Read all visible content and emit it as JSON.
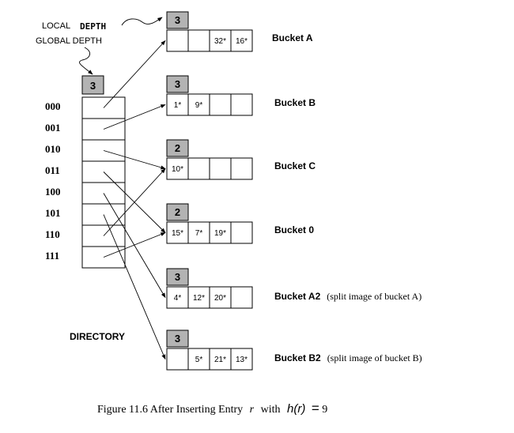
{
  "labels": {
    "local_depth_prefix": "LOCAL",
    "local_depth_word": "DEPTH",
    "global_depth": "GLOBAL DEPTH",
    "directory": "DIRECTORY"
  },
  "directory": {
    "global_depth": "3",
    "slots": [
      "000",
      "001",
      "010",
      "011",
      "100",
      "101",
      "110",
      "111"
    ]
  },
  "buckets": [
    {
      "name": "Bucket A",
      "depth": "3",
      "entries": [
        "",
        "",
        "32*",
        "16*"
      ],
      "note": ""
    },
    {
      "name": "Bucket B",
      "depth": "3",
      "entries": [
        "1*",
        "9*",
        "",
        ""
      ],
      "note": ""
    },
    {
      "name": "Bucket C",
      "depth": "2",
      "entries": [
        "10*",
        "",
        "",
        ""
      ],
      "note": ""
    },
    {
      "name": "Bucket 0",
      "depth": "2",
      "entries": [
        "15*",
        "7*",
        "19*",
        ""
      ],
      "note": ""
    },
    {
      "name": "Bucket A2",
      "depth": "3",
      "entries": [
        "4*",
        "12*",
        "20*",
        ""
      ],
      "note": "(split image of bucket A)"
    },
    {
      "name": "Bucket B2",
      "depth": "3",
      "entries": [
        "",
        "5*",
        "21*",
        "13*"
      ],
      "note": "(split image of bucket B)"
    }
  ],
  "pointers": [
    {
      "slot": "000",
      "bucket": "Bucket A"
    },
    {
      "slot": "001",
      "bucket": "Bucket B"
    },
    {
      "slot": "010",
      "bucket": "Bucket C"
    },
    {
      "slot": "011",
      "bucket": "Bucket 0"
    },
    {
      "slot": "100",
      "bucket": "Bucket A2"
    },
    {
      "slot": "101",
      "bucket": "Bucket B2"
    },
    {
      "slot": "110",
      "bucket": "Bucket C"
    },
    {
      "slot": "111",
      "bucket": "Bucket 0"
    }
  ],
  "caption": {
    "prefix": "Figure 11.6   After Inserting Entry",
    "var": "r",
    "with": "with",
    "func": "h(r)",
    "eq": "=",
    "value": "9"
  },
  "colors": {
    "depth_fill": "#b3b3b3",
    "stroke": "#000000",
    "background": "#ffffff"
  }
}
